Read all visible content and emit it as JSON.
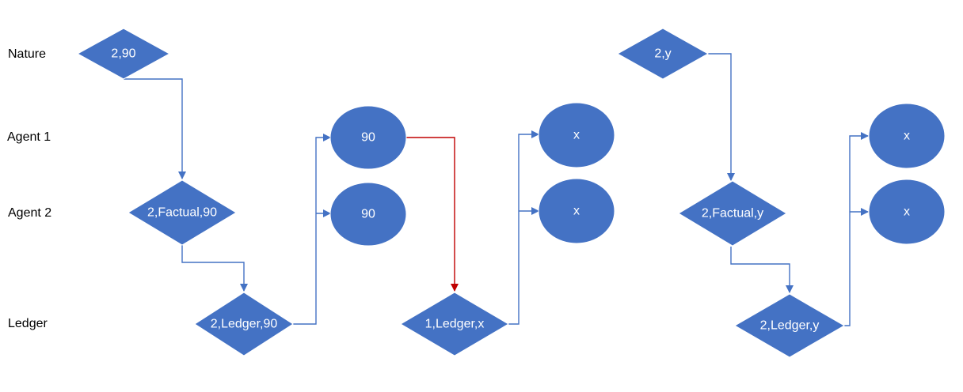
{
  "rows": [
    "Nature",
    "Agent 1",
    "Agent 2",
    "Ledger"
  ],
  "nodes": {
    "n1": "2,90",
    "f1": "2,Factual,90",
    "l1": "2,Ledger,90",
    "a1": "90",
    "b1": "90",
    "lx": "1,Ledger,x",
    "ax": "x",
    "bx": "x",
    "n2": "2,y",
    "f2": "2,Factual,y",
    "l2": "2,Ledger,y",
    "ay": "x",
    "by": "x"
  },
  "colors": {
    "node": "#4472c4",
    "edge": "#4472c4",
    "highlight_edge": "#c00000"
  }
}
